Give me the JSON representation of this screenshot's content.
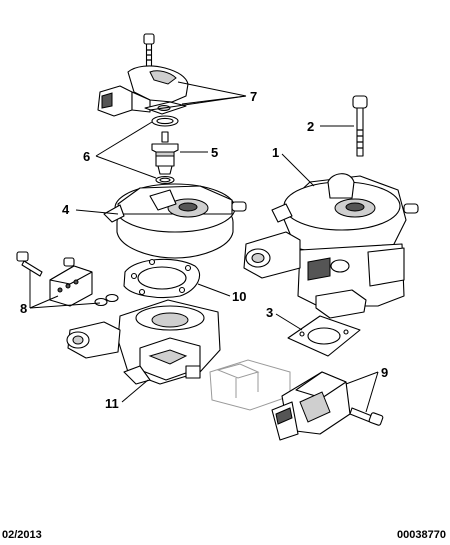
{
  "callouts": {
    "c1": "1",
    "c2": "2",
    "c3": "3",
    "c4": "4",
    "c5": "5",
    "c6": "6",
    "c7": "7",
    "c8": "8",
    "c9": "9",
    "c10": "10",
    "c11": "11"
  },
  "footer": {
    "date": "02/2013",
    "reference": "00038770"
  }
}
